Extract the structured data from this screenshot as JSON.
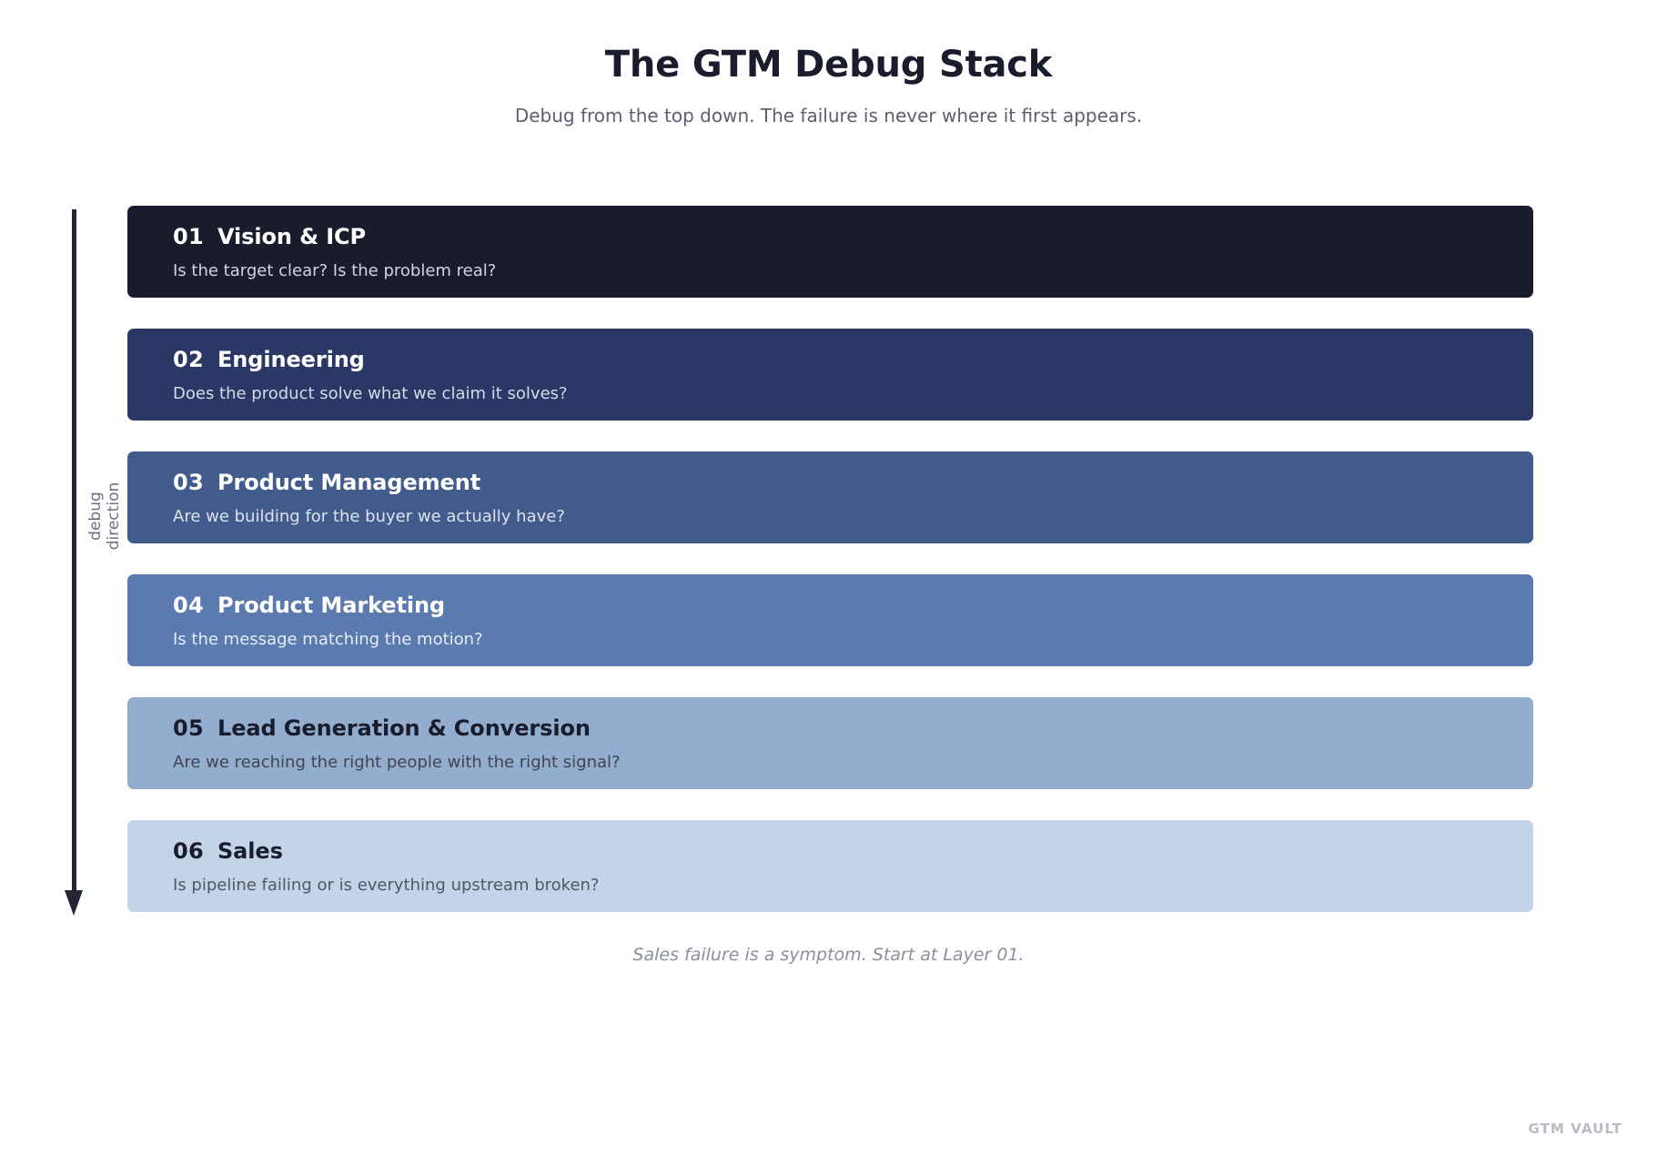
{
  "header": {
    "title": "The GTM Debug Stack",
    "subtitle": "Debug from the top down. The failure is never where it first appears."
  },
  "rail": {
    "label_line1": "debug",
    "label_line2": "direction",
    "arrow_color": "#232638",
    "label_color": "#6b7083"
  },
  "stack": {
    "layers": [
      {
        "num": "01",
        "name": "Vision & ICP",
        "question": "Is the target clear? Is the problem real?",
        "bg": "#191c2c",
        "title_color": "#ffffff",
        "question_color": "#d2d5e0"
      },
      {
        "num": "02",
        "name": "Engineering",
        "question": "Does the product solve what we claim it solves?",
        "bg": "#2b3866",
        "title_color": "#ffffff",
        "question_color": "#d6dae8"
      },
      {
        "num": "03",
        "name": "Product Management",
        "question": "Are we building for the buyer we actually have?",
        "bg": "#415b8c",
        "title_color": "#ffffff",
        "question_color": "#dde3ee"
      },
      {
        "num": "04",
        "name": "Product Marketing",
        "question": "Is the message matching the motion?",
        "bg": "#5b7bb0",
        "title_color": "#ffffff",
        "question_color": "#e6ebf4"
      },
      {
        "num": "05",
        "name": "Lead Generation & Conversion",
        "question": "Are we reaching the right people with the right signal?",
        "bg": "#93adce",
        "title_color": "#191c2c",
        "question_color": "#41454f"
      },
      {
        "num": "06",
        "name": "Sales",
        "question": "Is pipeline failing or is everything upstream broken?",
        "bg": "#c3d4ea",
        "title_color": "#191c2c",
        "question_color": "#53575f"
      }
    ]
  },
  "footer": {
    "note": "Sales failure is a symptom. Start at Layer 01.",
    "brand": "GTM VAULT"
  }
}
